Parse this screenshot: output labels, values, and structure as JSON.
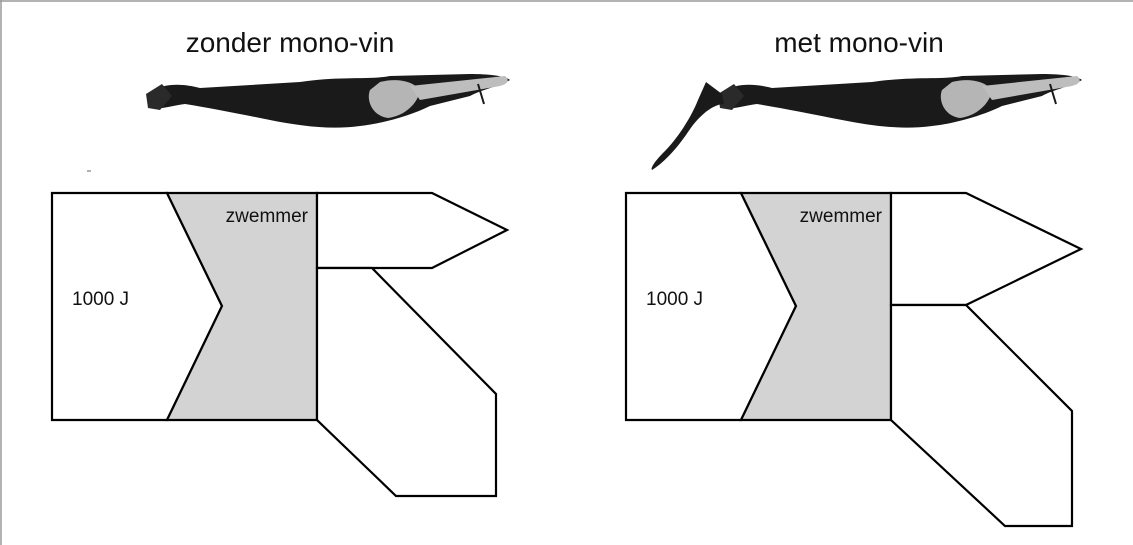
{
  "panels": [
    {
      "title": "zonder mono-vin",
      "input_label": "1000 J",
      "swimmer_label": "zwemmer",
      "has_fin": false
    },
    {
      "title": "met mono-vin",
      "input_label": "1000 J",
      "swimmer_label": "zwemmer",
      "has_fin": true
    }
  ],
  "colors": {
    "swimmer_fill": "#d3d3d3",
    "outline": "#000000",
    "background": "#ffffff",
    "frame": "#9a9a9a"
  },
  "icons": {
    "swimmer_image": "swimmer-photo",
    "fin": "mono-fin"
  }
}
